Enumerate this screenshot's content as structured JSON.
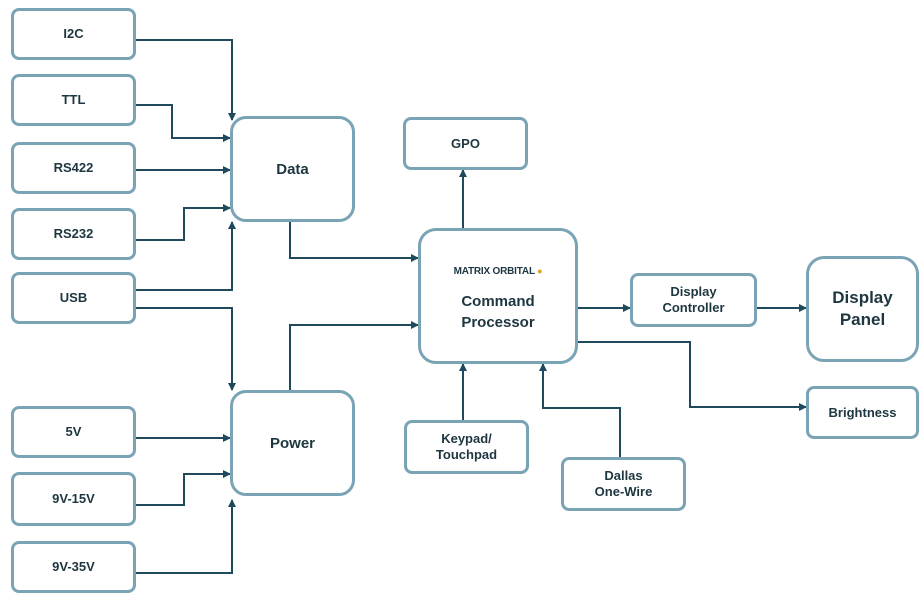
{
  "inputs_data": [
    "I2C",
    "TTL",
    "RS422",
    "RS232",
    "USB"
  ],
  "inputs_power": [
    "5V",
    "9V-15V",
    "9V-35V"
  ],
  "hubs": {
    "data": "Data",
    "power": "Power"
  },
  "processor": {
    "brand": "MATRIX ORBITAL",
    "line1": "Command",
    "line2": "Processor"
  },
  "gpo": "GPO",
  "keypad": {
    "line1": "Keypad/",
    "line2": "Touchpad"
  },
  "dallas": {
    "line1": "Dallas",
    "line2": "One-Wire"
  },
  "display_controller": {
    "line1": "Display",
    "line2": "Controller"
  },
  "display_panel": {
    "line1": "Display",
    "line2": "Panel"
  },
  "brightness": "Brightness",
  "colors": {
    "box_border": "#7aa3b5",
    "connector": "#1f4a5c",
    "text": "#1d3640",
    "accent": "#e0a31a"
  }
}
